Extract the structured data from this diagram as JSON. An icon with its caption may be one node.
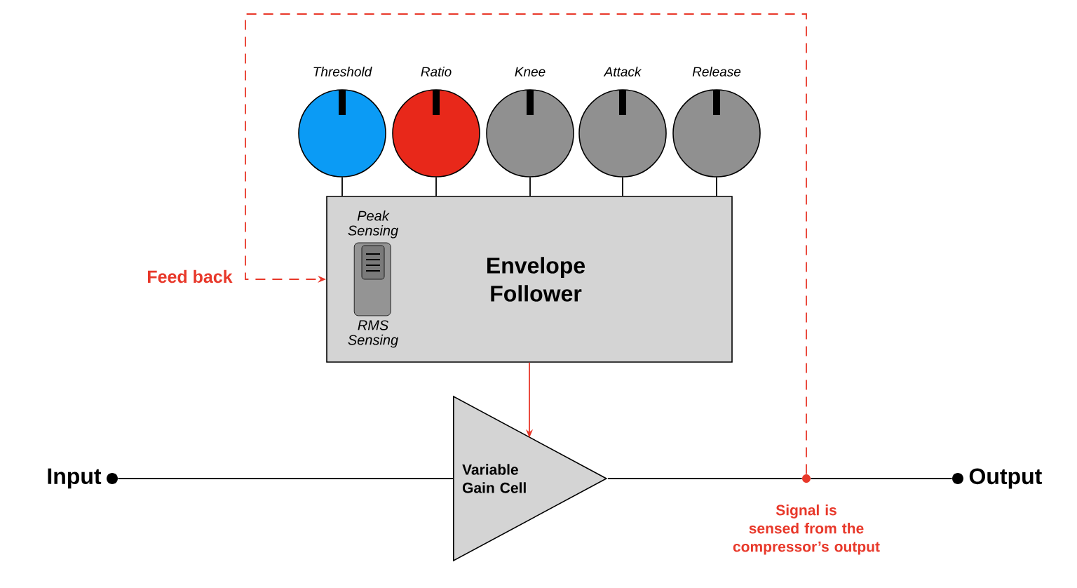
{
  "diagram": {
    "nodes": [
      {
        "text": [
          "Threshold"
        ]
      },
      {
        "text": [
          "Ratio"
        ]
      },
      {
        "text": [
          "Knee"
        ]
      },
      {
        "text": [
          "Attack"
        ]
      },
      {
        "text": [
          "Release"
        ]
      },
      {
        "text": [
          "Envelope Follower"
        ]
      },
      {
        "text": [
          "Peak Sensing",
          "RMS Sensing"
        ],
        "in": 5
      },
      {
        "text": [],
        "shape": "circle",
        "beside": [
          "Input"
        ]
      },
      {
        "text": [
          "Variable Gain Cell"
        ]
      },
      {
        "text": [],
        "shape": "circle",
        "beside": [
          "Signal is sensed from the compressor’s output"
        ]
      },
      {
        "text": [],
        "shape": "circle",
        "beside": [
          "Output"
        ]
      }
    ],
    "edges": [
      {
        "from": 0,
        "to": 5,
        "arrow": "none"
      },
      {
        "from": 1,
        "to": 5,
        "arrow": "none"
      },
      {
        "from": 2,
        "to": 5,
        "arrow": "none"
      },
      {
        "from": 3,
        "to": 5,
        "arrow": "none"
      },
      {
        "from": 4,
        "to": 5,
        "arrow": "none"
      },
      {
        "from": 7,
        "to": 8,
        "arrow": "none"
      },
      {
        "from": 8,
        "to": 9,
        "arrow": "none"
      },
      {
        "from": 9,
        "to": 10,
        "arrow": "none"
      },
      {
        "from": 5,
        "to": 8,
        "arrow": "to",
        "color": "#e8382a"
      },
      {
        "from": 9,
        "to": 5,
        "arrow": "to",
        "style": "dashed",
        "color": "#e8382a",
        "label": "Feed back"
      }
    ]
  }
}
